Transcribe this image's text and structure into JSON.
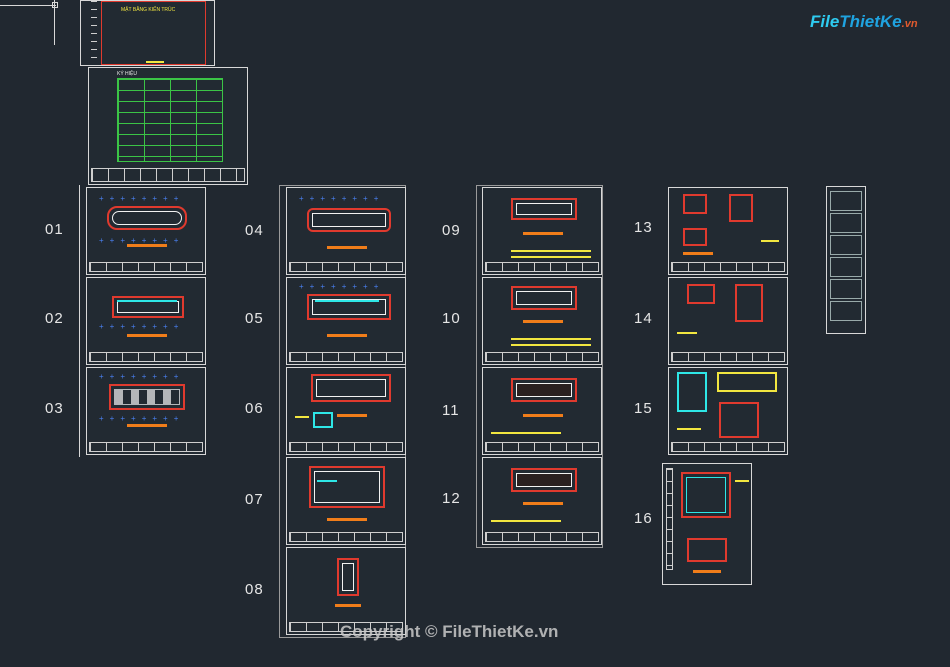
{
  "logo": {
    "brand": "File",
    "name": "ThietKe",
    "tld": ".vn"
  },
  "header_sheet": {
    "title": "MẶT BẰNG KIẾN TRÚC"
  },
  "legend_sheet": {
    "title": "KÝ HIỆU"
  },
  "sheet_numbers": [
    "01",
    "02",
    "03",
    "04",
    "05",
    "06",
    "07",
    "08",
    "09",
    "10",
    "11",
    "12",
    "13",
    "14",
    "15",
    "16"
  ],
  "watermark": "Copyright © FileThietKe.vn",
  "colors": {
    "background": "#212830",
    "outline": "#e03a2e",
    "accent_cyan": "#2ee6e6",
    "accent_orange": "#f07d1a",
    "annotation_yellow": "#f2e640",
    "legend_green": "#40e04a"
  }
}
